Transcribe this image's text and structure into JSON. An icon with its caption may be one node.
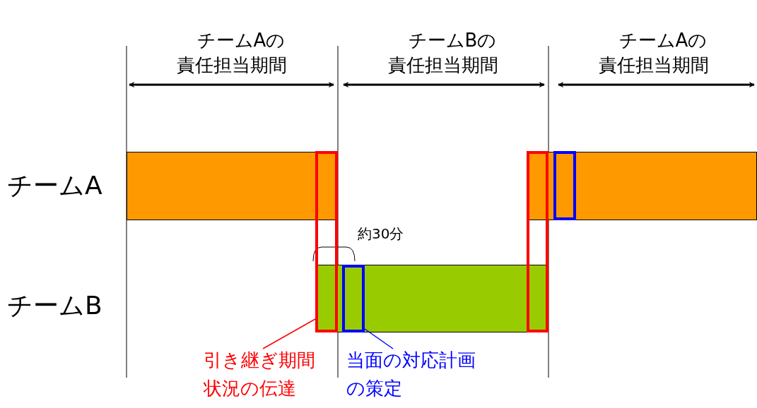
{
  "diagram": {
    "nodes": [
      {
        "text": [],
        "shape": "bar"
      },
      {
        "text": [],
        "shape": "box"
      },
      {
        "text": [],
        "shape": "box"
      },
      {
        "text": [],
        "shape": "bar"
      },
      {
        "text": [],
        "shape": "box",
        "in": 3
      },
      {
        "text": [],
        "shape": "bar"
      },
      {
        "text": [],
        "shape": "box",
        "in": 5
      },
      {
        "text": [
          "引き継ぎ期間状況の伝達"
        ]
      },
      {
        "text": [
          "当面の対応計画の策定"
        ]
      }
    ],
    "edges": [
      {
        "from": 7,
        "to": 1,
        "arrow": "none",
        "color": "#ff0000"
      },
      {
        "from": 8,
        "to": 6,
        "arrow": "none",
        "color": "#0000ff"
      }
    ],
    "labels": [
      "チームAの責任担当期間",
      "チームBの責任担当期間",
      "チームAの責任担当期間",
      "チームA",
      "約30分",
      "チームB"
    ]
  }
}
